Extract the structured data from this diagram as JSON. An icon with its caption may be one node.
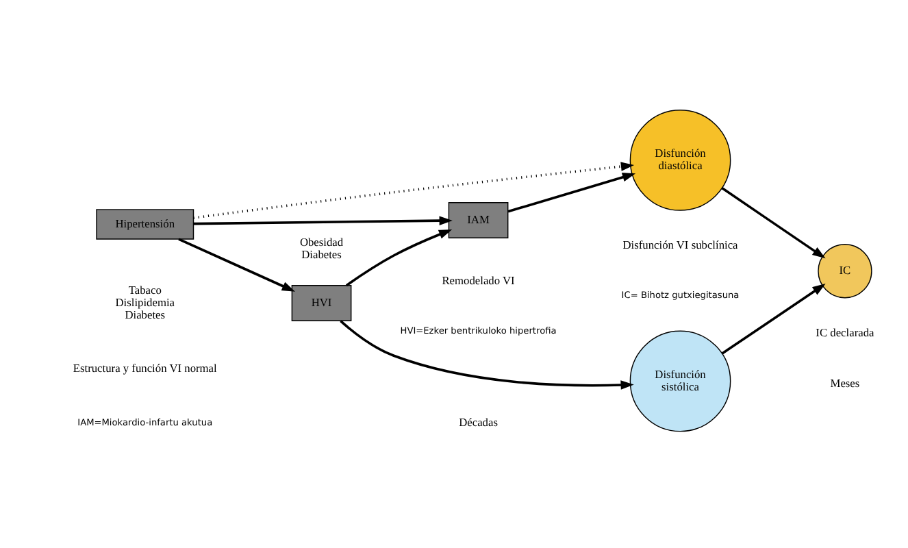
{
  "diagram": {
    "nodes": [
      {
        "text": [
          "Hipertensión"
        ]
      },
      {
        "text": [
          "IAM"
        ]
      },
      {
        "text": [
          "HVI"
        ]
      },
      {
        "text": [
          "Disfunción diastólica"
        ]
      },
      {
        "text": [
          "Disfunción sistólica"
        ]
      },
      {
        "text": [
          "IC"
        ]
      }
    ],
    "edges": [
      {
        "from": 0,
        "to": 1,
        "arrow": "to"
      },
      {
        "from": 1,
        "to": 3,
        "arrow": "to"
      },
      {
        "from": 3,
        "to": 5,
        "arrow": "to"
      },
      {
        "from": 0,
        "to": 3,
        "arrow": "to",
        "style": "dashed"
      },
      {
        "from": 2,
        "to": 1,
        "arrow": "to"
      },
      {
        "from": 0,
        "to": 2,
        "arrow": "to"
      },
      {
        "from": 2,
        "to": 4,
        "arrow": "to"
      },
      {
        "from": 4,
        "to": 5,
        "arrow": "to"
      }
    ],
    "labels": [
      "Obesidad Diabetes",
      "Tabaco Dislipidemia Diabetes",
      "Estructura y función VI normal",
      "Remodelado VI",
      "Disfunción VI subclínica",
      "IC declarada",
      "Décadas",
      "Meses",
      "IAM=Miokardio-infartu akutua",
      "HVI=Ezker bentrikuloko hipertrofia",
      "IC= Bihotz gutxiegitasuna"
    ]
  }
}
